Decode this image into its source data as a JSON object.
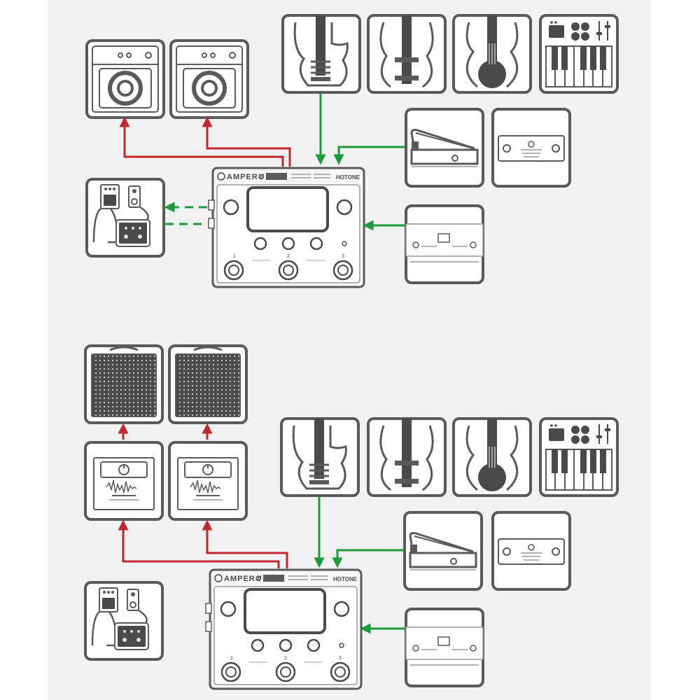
{
  "colors": {
    "background": "#ffffff",
    "panel": "#f2f2f2",
    "box_fill": "#ffffff",
    "stroke": "#5a5a5a",
    "signal_out": "#c1272d",
    "signal_in": "#1b9b3a",
    "dark": "#4a4a4a"
  },
  "device": {
    "brand": "AMPERO",
    "model_mark": "II",
    "maker": "HOTONE",
    "tagline": "",
    "left_knob_label": "",
    "right_knob_label": "",
    "switch_labels": [
      "1",
      "2",
      "3"
    ],
    "footer_labels": [
      "",
      ""
    ]
  },
  "remote_switch": {
    "title": "",
    "subtitle": ""
  },
  "monitor": {
    "label": "",
    "sublabel": ""
  },
  "icons": {
    "guitar_amp": "guitar-amp-icon",
    "cabinet": "speaker-cabinet-icon",
    "powered_monitor": "powered-monitor-icon",
    "electric_guitar": "electric-guitar-icon",
    "bass_guitar": "bass-guitar-icon",
    "acoustic_guitar": "acoustic-guitar-icon",
    "midi_keyboard": "midi-keyboard-icon",
    "expression_pedal": "expression-pedal-icon",
    "footswitch": "footswitch-icon",
    "pedalboard": "effects-pedals-icon",
    "second_unit": "ampero-control-icon"
  }
}
